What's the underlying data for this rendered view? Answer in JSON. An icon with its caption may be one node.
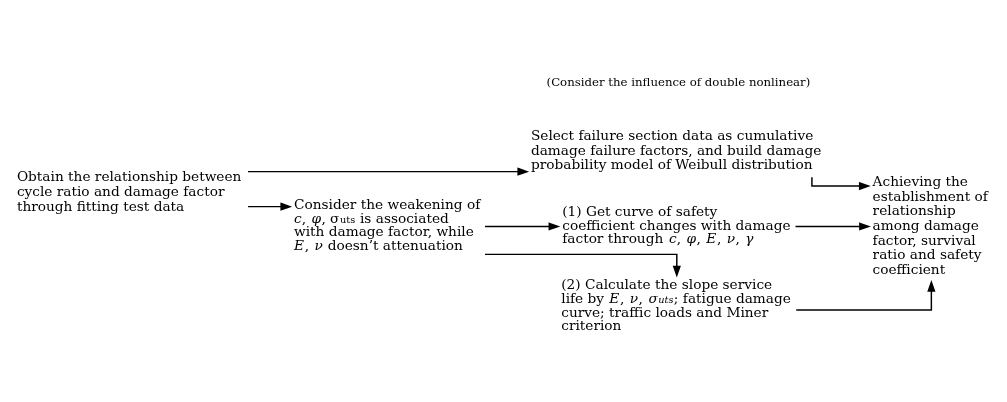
{
  "diagram": {
    "nodes": [
      {
        "text": [
          "Obtain the relationship between cycle ratio and damage factor through fitting test data"
        ]
      },
      {
        "text": [
          "Select failure section data as cumulative damage failure factors, and build damage probability model of Weibull distribution"
        ]
      },
      {
        "text": [
          "Consider the weakening of *c*, *φ*, σ$_{uts}$ is associated with damage factor, while *E*, *ν* doesn’t attenuation"
        ]
      },
      {
        "text": [
          "(1) Get curve of safety coefficient changes with damage factor through *c*, *φ*, *E*, *ν*, *γ*"
        ]
      },
      {
        "text": [
          "(2) Calculate the slope service life by *E*, *ν*, *σ$_{uts}$*; fatigue damage curve; traffic loads and Miner criterion"
        ]
      },
      {
        "text": [
          "Achieving the establishment of relationship among damage factor, survival ratio and safety coefficient"
        ]
      }
    ],
    "edges": [
      {
        "from": 0,
        "to": 1,
        "arrow": "to"
      },
      {
        "from": 0,
        "to": 2,
        "arrow": "to"
      },
      {
        "from": 2,
        "to": 3,
        "arrow": "to"
      },
      {
        "from": 2,
        "to": 4,
        "arrow": "to"
      },
      {
        "from": 1,
        "to": 5,
        "arrow": "to"
      },
      {
        "from": 3,
        "to": 5,
        "arrow": "to"
      },
      {
        "from": 4,
        "to": 5,
        "arrow": "to"
      }
    ],
    "labels": [
      "(Consider the influence of double nonlinear)"
    ]
  }
}
